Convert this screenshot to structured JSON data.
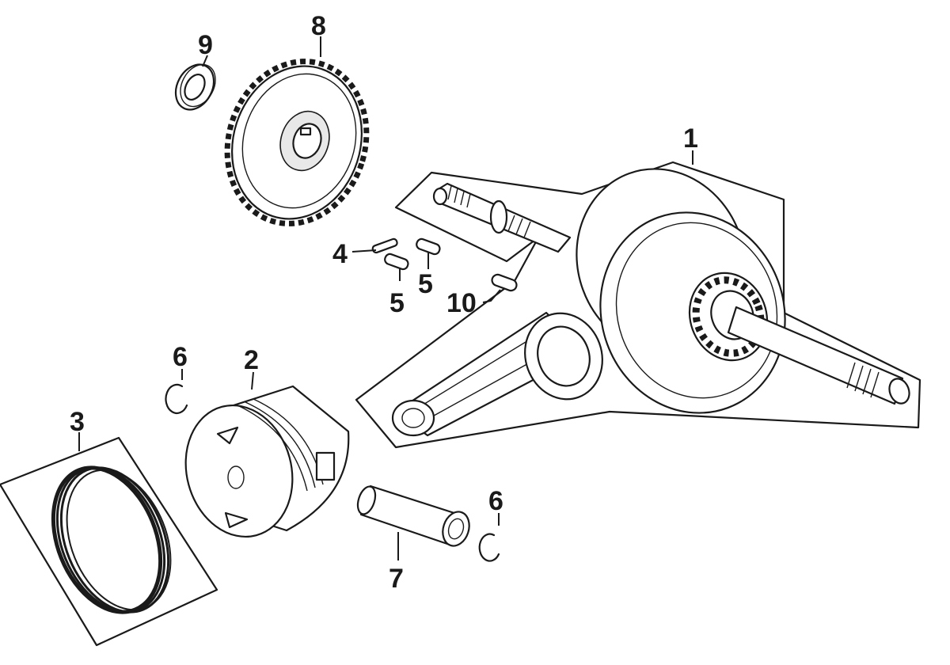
{
  "callouts": {
    "part_1": "1",
    "part_2": "2",
    "part_3": "3",
    "part_4": "4",
    "part_5a": "5",
    "part_5b": "5",
    "part_6a": "6",
    "part_6b": "6",
    "part_7": "7",
    "part_8": "8",
    "part_9": "9",
    "part_10": "10"
  },
  "colors": {
    "line": "#1a1a1a",
    "background": "#ffffff"
  }
}
